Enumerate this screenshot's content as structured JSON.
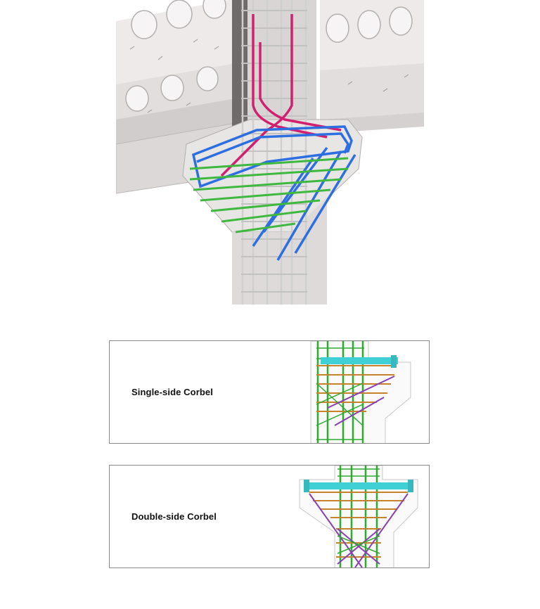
{
  "figures": {
    "hero": {
      "icon": "corbel-3d-rebar-render"
    },
    "panels": [
      {
        "label": "Single-side Corbel",
        "icon": "single-side-corbel-rebar"
      },
      {
        "label": "Double-side Corbel",
        "icon": "double-side-corbel-rebar"
      }
    ]
  },
  "colors": {
    "concrete": "#e6e3e3",
    "concrete_shadow": "#bdb9b9",
    "column_dark": "#6f6b6b",
    "rebar_grey": "#d8d8d8",
    "rebar_magenta": "#d1206f",
    "rebar_blue": "#2d6fe0",
    "rebar_green": "#3fb83f",
    "panel_green": "#2faa2f",
    "panel_orange": "#c7822c",
    "panel_purple": "#8a3fb3",
    "panel_cyan": "#3fd0d6"
  }
}
